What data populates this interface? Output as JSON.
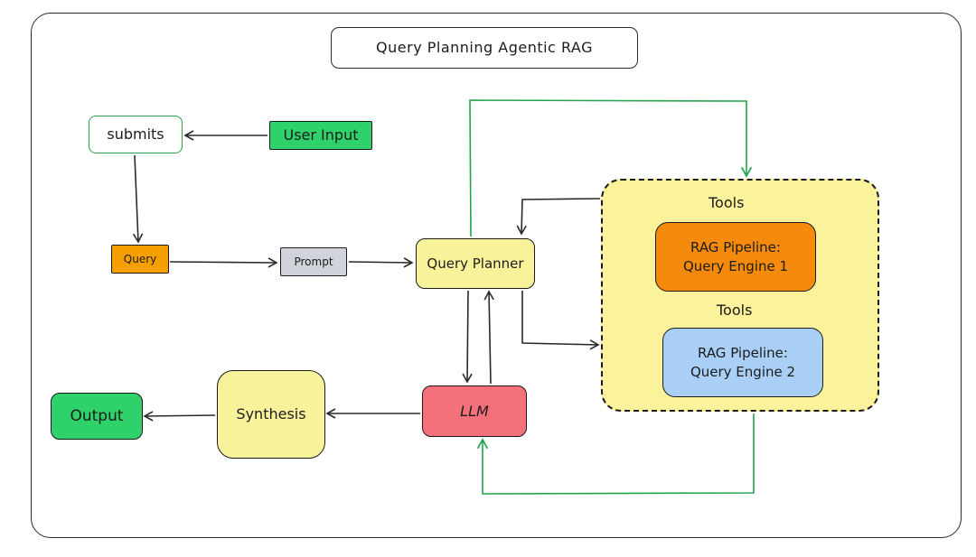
{
  "title": "Query Planning Agentic RAG",
  "nodes": {
    "submits": "submits",
    "user_input": "User Input",
    "query": "Query",
    "prompt": "Prompt",
    "query_planner": "Query Planner",
    "tools_label_top": "Tools",
    "engine1": "RAG Pipeline:\nQuery Engine 1",
    "tools_label_bottom": "Tools",
    "engine2": "RAG Pipeline:\nQuery Engine 2",
    "llm": "LLM",
    "synthesis": "Synthesis",
    "output": "Output"
  },
  "colors": {
    "green_node": "#2ed16a",
    "query_orange": "#f5a000",
    "prompt_gray": "#d0d3d9",
    "yellow_node": "#f8f39a",
    "engine1_orange": "#f58a0c",
    "engine2_blue": "#a9cff7",
    "llm_red": "#f4707a",
    "green_arrow": "#23a34a",
    "dark_arrow": "#2a2a2a"
  }
}
